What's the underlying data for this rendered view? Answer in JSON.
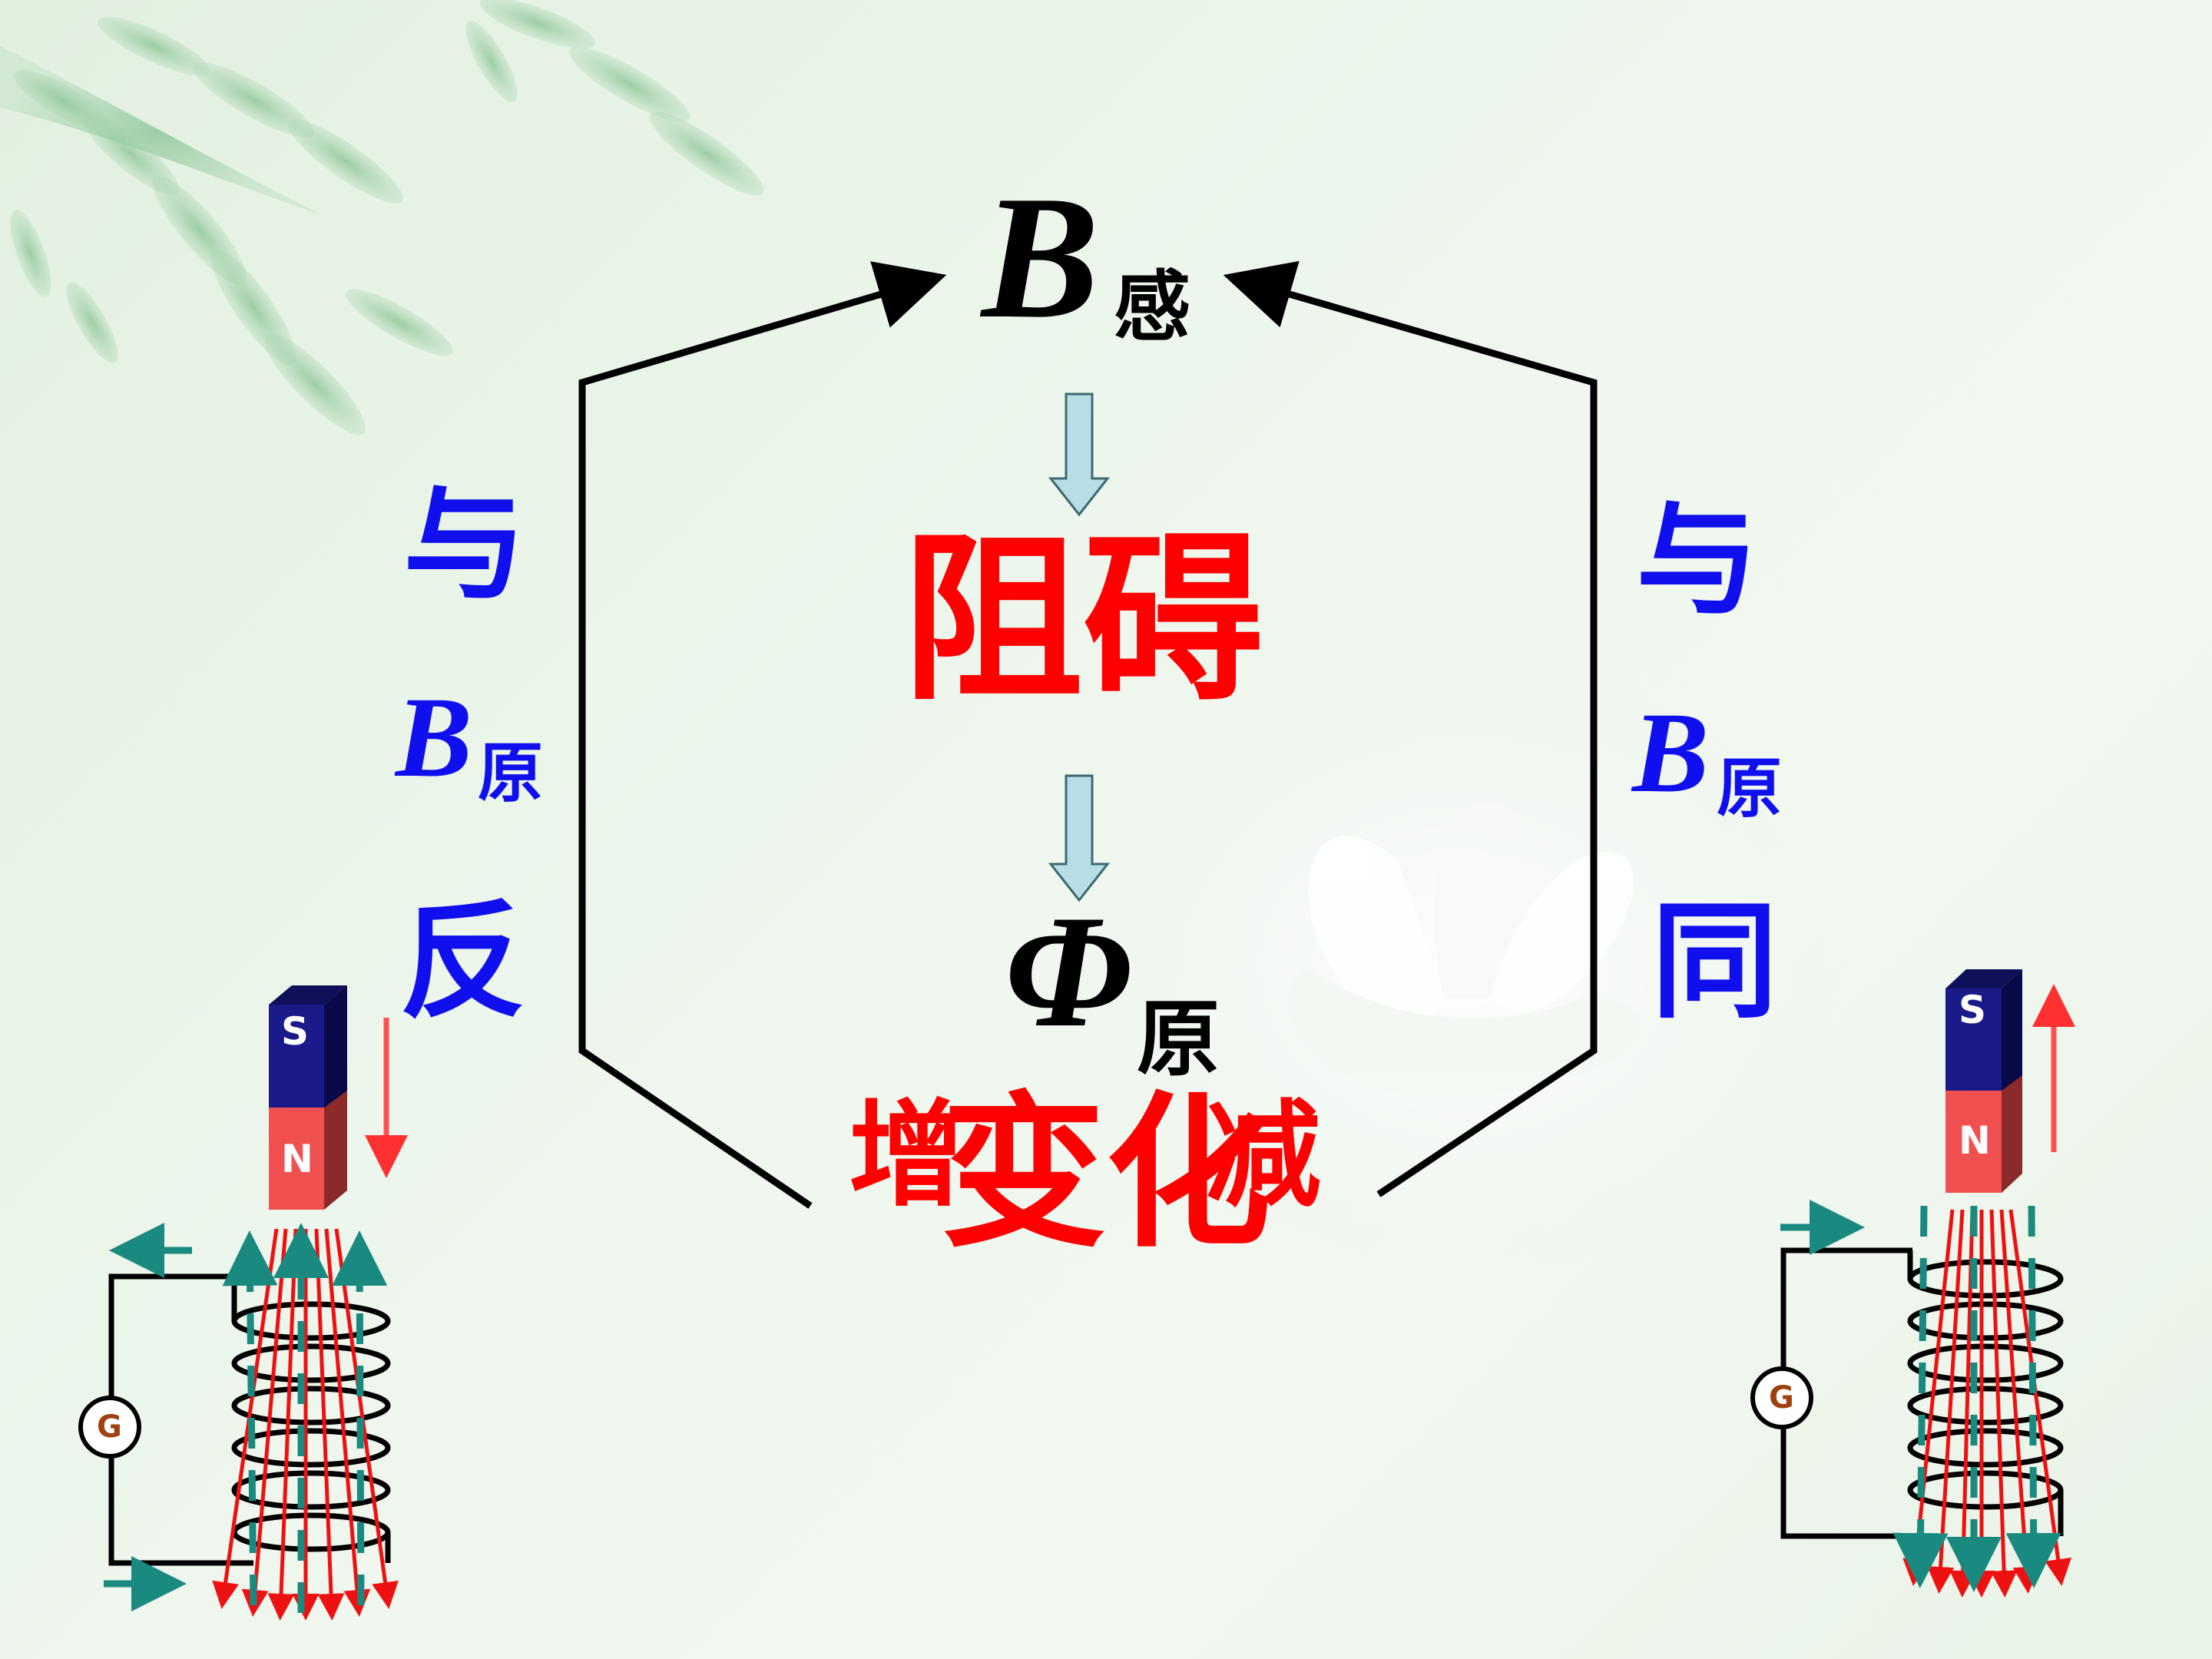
{
  "center": {
    "b_letter": "B",
    "b_sub": "感",
    "hinder": "阻碍",
    "phi": "Φ",
    "phi_sub": "原",
    "change": "变化",
    "increase": "增",
    "decrease": "减"
  },
  "left_label": {
    "line1": "与",
    "b_letter": "B",
    "b_sub": "原",
    "line3": "反"
  },
  "right_label": {
    "line1": "与",
    "b_letter": "B",
    "b_sub": "原",
    "line3": "同"
  },
  "left_apparatus": {
    "magnet_top": "S",
    "magnet_bottom": "N",
    "meter": "G",
    "motion": "down"
  },
  "right_apparatus": {
    "magnet_top": "S",
    "magnet_bottom": "N",
    "meter": "G",
    "motion": "up"
  },
  "colors": {
    "blue_label": "#1010ee",
    "red_text": "#ff0000",
    "black": "#000000",
    "teal": "#1a8a80",
    "magnet_blue": "#1a1a8a",
    "magnet_red": "#f05050",
    "light_arrow": "#b9dde4"
  }
}
